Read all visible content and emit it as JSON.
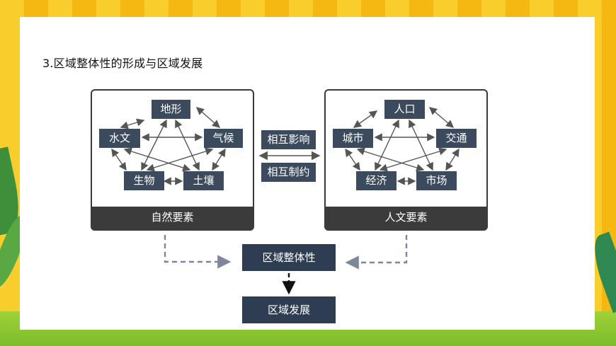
{
  "slide": {
    "heading": "3.区域整体性的形成与区域发展"
  },
  "natural": {
    "footer": "自然要素",
    "nodes": {
      "top": "地形",
      "left": "水文",
      "right": "气候",
      "bottom_left": "生物",
      "bottom_right": "土壤"
    }
  },
  "human": {
    "footer": "人文要素",
    "nodes": {
      "top": "人口",
      "left": "城市",
      "right": "交通",
      "bottom_left": "经济",
      "bottom_right": "市场"
    }
  },
  "relations": {
    "influence": "相互影响",
    "restrict": "相互制约"
  },
  "outcome": {
    "integrity": "区域整体性",
    "development": "区域发展"
  },
  "colors": {
    "node_fill": "#3c4a5e",
    "panel_footer": "#3b3b3b",
    "dashed_arrow": "#7d8799",
    "background": "#f7c21a"
  }
}
